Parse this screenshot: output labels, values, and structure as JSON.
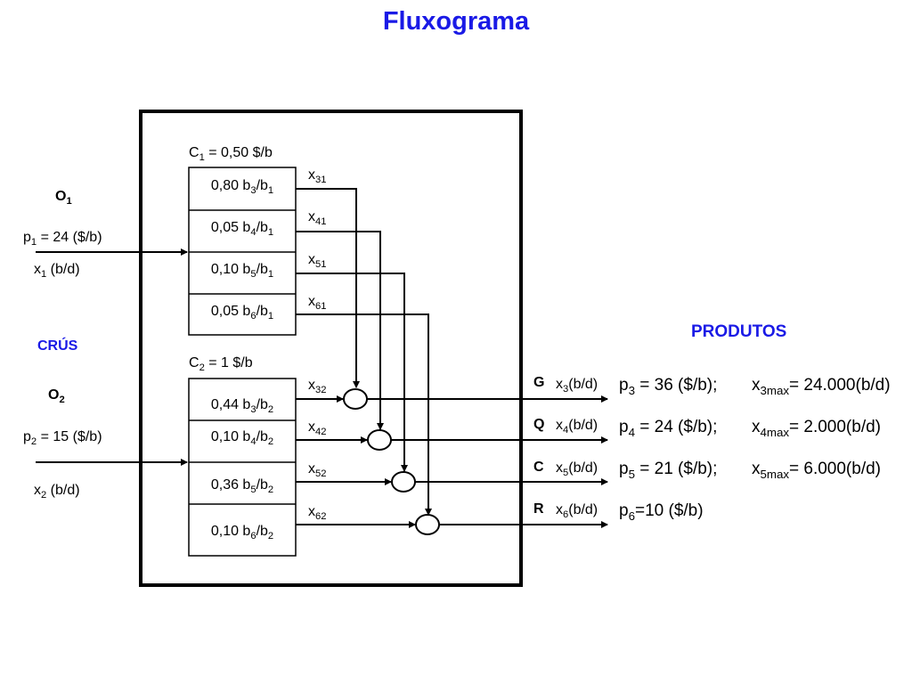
{
  "title": "Fluxograma",
  "crus_label": "CRÚS",
  "produtos_label": "PRODUTOS",
  "crude1": {
    "name": "O",
    "sub": "1",
    "price": "p",
    "price_sub": "1",
    "price_rest": " = 24 ($/b)",
    "flow": "x",
    "flow_sub": "1",
    "flow_rest": " (b/d)"
  },
  "crude2": {
    "name": "O",
    "sub": "2",
    "price": "p",
    "price_sub": "2",
    "price_rest": " = 15 ($/b)",
    "flow": "x",
    "flow_sub": "2",
    "flow_rest": " (b/d)"
  },
  "unit1": {
    "cost": {
      "a": "C",
      "a_sub": "1",
      "b": " = 0,50 $/b"
    },
    "yields": [
      {
        "a": "0,80 b",
        "s1": "3",
        "b": "/b",
        "s2": "1"
      },
      {
        "a": "0,05 b",
        "s1": "4",
        "b": "/b",
        "s2": "1"
      },
      {
        "a": "0,10 b",
        "s1": "5",
        "b": "/b",
        "s2": "1"
      },
      {
        "a": "0,05 b",
        "s1": "6",
        "b": "/b",
        "s2": "1"
      }
    ],
    "streams": [
      {
        "a": "x",
        "s": "31"
      },
      {
        "a": "x",
        "s": "41"
      },
      {
        "a": "x",
        "s": "51"
      },
      {
        "a": "x",
        "s": "61"
      }
    ]
  },
  "unit2": {
    "cost": {
      "a": "C",
      "a_sub": "2",
      "b": " = 1 $/b"
    },
    "yields": [
      {
        "a": "0,44 b",
        "s1": "3",
        "b": "/b",
        "s2": "2"
      },
      {
        "a": "0,10 b",
        "s1": "4",
        "b": "/b",
        "s2": "2"
      },
      {
        "a": "0,36 b",
        "s1": "5",
        "b": "/b",
        "s2": "2"
      },
      {
        "a": "0,10 b",
        "s1": "6",
        "b": "/b",
        "s2": "2"
      }
    ],
    "streams": [
      {
        "a": "x",
        "s": "32"
      },
      {
        "a": "x",
        "s": "42"
      },
      {
        "a": "x",
        "s": "52"
      },
      {
        "a": "x",
        "s": "62"
      }
    ]
  },
  "products": [
    {
      "letter": "G",
      "x": "x",
      "xs": "3",
      "xr": "(b/d)",
      "p": "p",
      "ps": "3",
      "pr": " = 36 ($/b);",
      "m": "x",
      "ms": "3max",
      "mr": "= 24.000(b/d)"
    },
    {
      "letter": "Q",
      "x": "x",
      "xs": "4",
      "xr": "(b/d)",
      "p": "p",
      "ps": "4",
      "pr": " = 24 ($/b);",
      "m": "x",
      "ms": "4max",
      "mr": "= 2.000(b/d)"
    },
    {
      "letter": "C",
      "x": "x",
      "xs": "5",
      "xr": "(b/d)",
      "p": "p",
      "ps": "5",
      "pr": " = 21 ($/b);",
      "m": "x",
      "ms": "5max",
      "mr": "= 6.000(b/d)"
    },
    {
      "letter": "R",
      "x": "x",
      "xs": "6",
      "xr": "(b/d)",
      "p": "p",
      "ps": "6",
      "pr": "=10 ($/b)",
      "m": "",
      "ms": "",
      "mr": ""
    }
  ]
}
